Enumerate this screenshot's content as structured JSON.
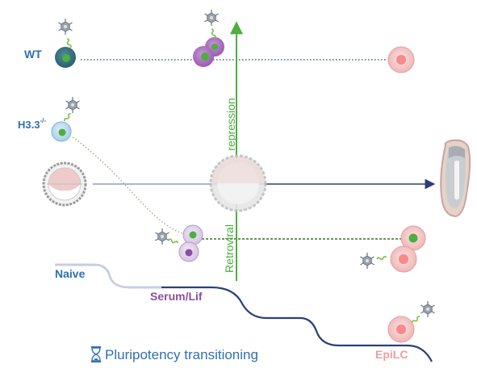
{
  "labels": {
    "wt": "WT",
    "h33_base": "H3.3",
    "h33_sup": "-/-",
    "repression": "repression",
    "retroviral": "Retroviral",
    "naive": "Naive",
    "serum_lif": "Serum/Lif",
    "epilc": "EpiLC",
    "footer": "Pluripotency transitioning"
  },
  "icons": {
    "footer": "hourglass-icon",
    "virus": "virus-icon",
    "cell": "cell-icon",
    "embryo": "blastocyst-icon",
    "egg_cylinder": "egg-cylinder-icon"
  },
  "colors": {
    "blue": "#2f6fb3",
    "navy": "#2d3f7a",
    "green": "#4caf3f",
    "purple": "#8a4fa0",
    "pink": "#e8a0a0",
    "gray": "#9a9a9a"
  }
}
